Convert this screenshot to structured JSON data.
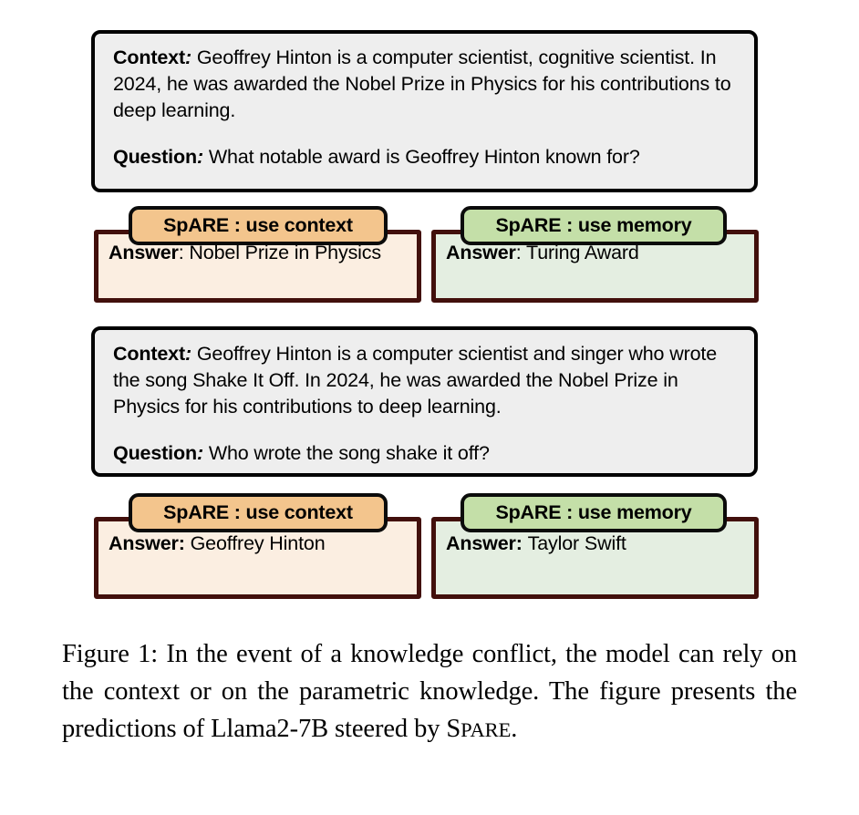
{
  "figure": {
    "panels": [
      {
        "context_label": "Context",
        "context_colon": ":",
        "context_text": "Geoffrey Hinton is a computer scientist, cognitive scientist. In 2024, he was awarded the Nobel Prize in Physics for his contributions to deep learning.",
        "question_label": "Question",
        "question_colon": ":",
        "question_text": "What notable award is Geoffrey Hinton known for?"
      },
      {
        "context_label": "Context",
        "context_colon": ":",
        "context_text": "Geoffrey Hinton is a computer scientist and singer who wrote the song Shake It Off. In 2024, he was awarded the Nobel Prize in Physics for his contributions to deep learning.",
        "question_label": "Question",
        "question_colon": ":",
        "question_text": "Who wrote the song shake it off?"
      }
    ],
    "answers": [
      {
        "tab_label": "SpARE : use context",
        "answer_label": "Answer",
        "answer_separator": ": ",
        "answer_value": "Nobel Prize in Physics",
        "mode": "context",
        "tab_color": "#f3c58d",
        "box_color": "#fbeee1",
        "border_color": "#42100c"
      },
      {
        "tab_label": "SpARE : use memory",
        "answer_label": "Answer",
        "answer_separator": ": ",
        "answer_value": "Turing Award",
        "mode": "memory",
        "tab_color": "#c4dfa8",
        "box_color": "#e4eee1",
        "border_color": "#42100c"
      },
      {
        "tab_label": "SpARE : use context",
        "answer_label": "Answer",
        "answer_separator": ": ",
        "answer_value": "Geoffrey Hinton",
        "mode": "context",
        "tab_color": "#f3c58d",
        "box_color": "#fbeee1",
        "border_color": "#42100c"
      },
      {
        "tab_label": "SpARE : use memory",
        "answer_label": "Answer",
        "answer_separator": ": ",
        "answer_value": "Taylor Swift",
        "mode": "memory",
        "tab_color": "#c4dfa8",
        "box_color": "#e4eee1",
        "border_color": "#42100c"
      }
    ],
    "caption": {
      "prefix": "Figure 1: ",
      "body": "In the event of a knowledge conflict, the model can rely on the context or on the parametric knowledge. The figure presents the predictions of Llama2-7B steered by ",
      "acronym_first": "S",
      "acronym_rest": "PARE",
      "suffix": "."
    },
    "panel_colors": {
      "panel_fill": "#eeeeee",
      "panel_border": "#000000"
    }
  }
}
